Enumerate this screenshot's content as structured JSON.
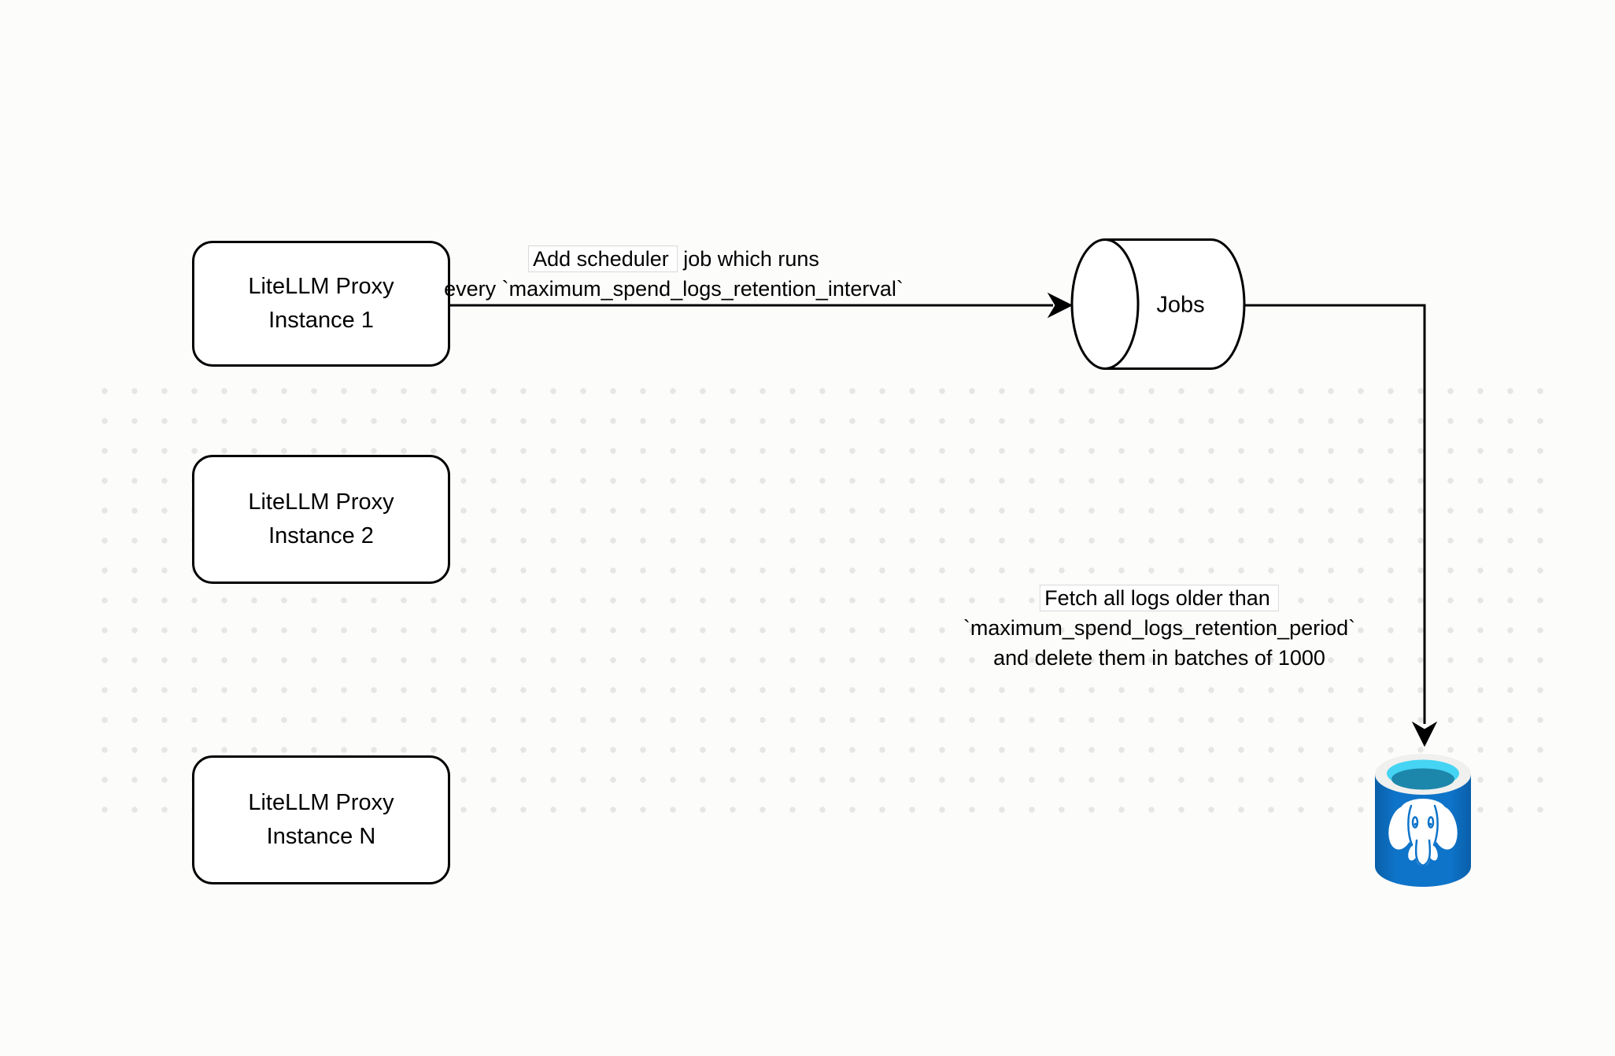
{
  "diagram": {
    "instances": [
      {
        "line1": "LiteLLM Proxy",
        "line2": "Instance 1"
      },
      {
        "line1": "LiteLLM Proxy",
        "line2": "Instance 2"
      },
      {
        "line1": "LiteLLM Proxy",
        "line2": "Instance N"
      }
    ],
    "jobs_queue": {
      "label": "Jobs"
    },
    "edge_labels": {
      "schedule": {
        "line1_boxed": "Add scheduler",
        "line1_rest": "job which runs",
        "line2": "every `maximum_spend_logs_retention_interval`"
      },
      "fetch": {
        "line1": "Fetch all logs older than",
        "line2": "`maximum_spend_logs_retention_period`",
        "line3": "and delete them in batches of 1000"
      }
    },
    "database": {
      "name": "PostgreSQL"
    },
    "colors": {
      "background": "#FCFCFB",
      "dot": "#E6E6E4",
      "stroke": "#000000",
      "shape_fill": "#FFFFFF",
      "pg_body_blue": "#0E74CA",
      "pg_body_edge": "#0A5FA8",
      "pg_rim": "#F0F0EE",
      "pg_water_top": "#45D4F3",
      "pg_water_deep": "#1D87AB",
      "elephant": "#FFFFFF"
    }
  }
}
